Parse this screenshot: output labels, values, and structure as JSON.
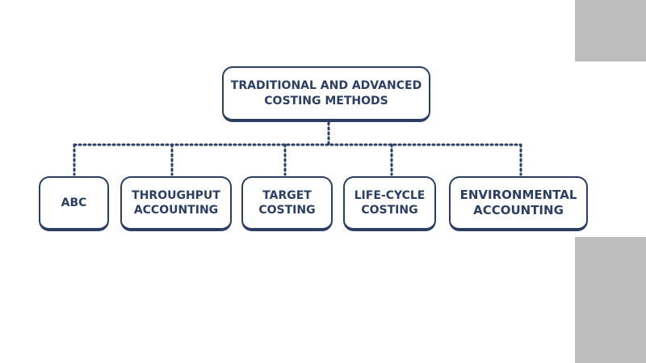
{
  "diagram": {
    "root": {
      "line1": "TRADITIONAL AND ADVANCED",
      "line2": "COSTING METHODS"
    },
    "children": [
      {
        "line1": "ABC",
        "line2": ""
      },
      {
        "line1": "THROUGHPUT",
        "line2": "ACCOUNTING"
      },
      {
        "line1": "TARGET",
        "line2": "COSTING"
      },
      {
        "line1": "LIFE-CYCLE",
        "line2": "COSTING"
      },
      {
        "line1": "ENVIRONMENTAL",
        "line2": "ACCOUNTING"
      }
    ],
    "colors": {
      "border": "#2c3f63",
      "text": "#2c3f63",
      "connector": "#2c3f63",
      "side_strip": "#bdbdbd"
    }
  }
}
